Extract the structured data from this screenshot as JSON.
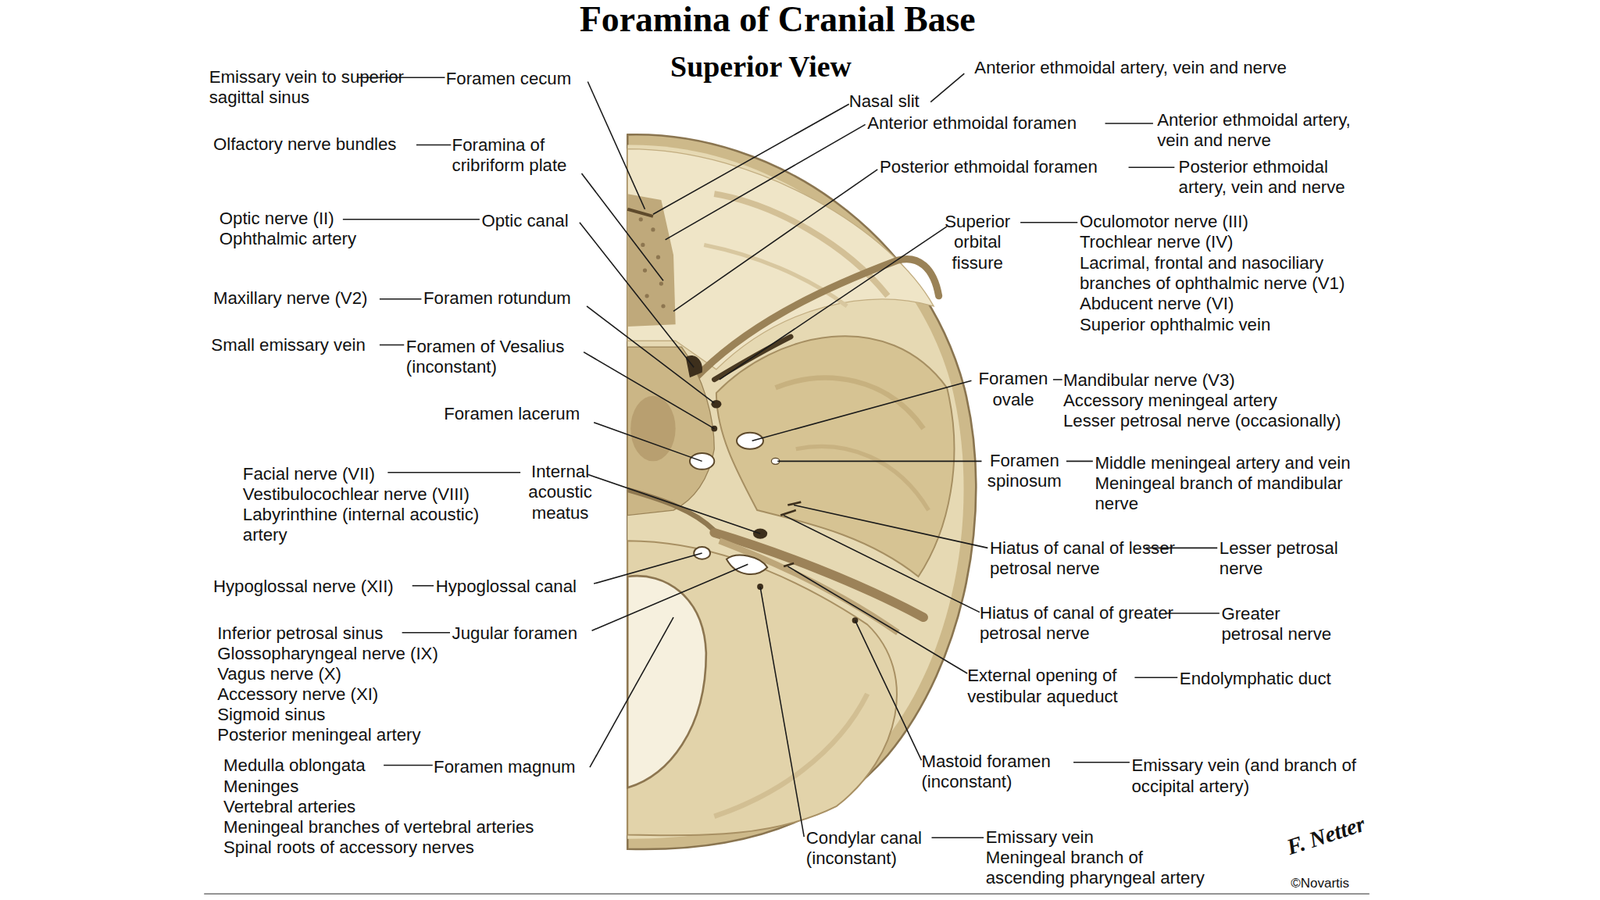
{
  "diagram": {
    "title": "Foramina of Cranial Base",
    "labels": [
      "Superior View",
      "Emissary vein to superior sagittal sinus",
      "Foramen cecum",
      "Anterior ethmoidal artery, vein and nerve",
      "Nasal slit",
      "Olfactory nerve bundles",
      "Foramina of cribriform plate",
      "Anterior ethmoidal foramen",
      "Anterior ethmoidal artery, vein and nerve",
      "Posterior ethmoidal foramen",
      "Posterior ethmoidal artery, vein and nerve",
      "Optic nerve (II)",
      "Ophthalmic artery",
      "Optic canal",
      "Superior orbital fissure",
      "Oculomotor nerve (III)",
      "Trochlear nerve (IV)",
      "Lacrimal, frontal and nasociliary branches of ophthalmic nerve (V1)",
      "Abducent nerve (VI)",
      "Superior ophthalmic vein",
      "Maxillary nerve (V2)",
      "Foramen rotundum",
      "Small emissary vein",
      "Foramen of Vesalius (inconstant)",
      "Foramen lacerum",
      "Foramen ovale",
      "Mandibular nerve (V3)",
      "Accessory meningeal artery",
      "Lesser petrosal nerve (occasionally)",
      "Foramen spinosum",
      "Middle meningeal artery and vein",
      "Meningeal branch of mandibular nerve",
      "Facial nerve (VII)",
      "Vestibulocochlear nerve (VIII)",
      "Labyrinthine (internal acoustic) artery",
      "Internal acoustic meatus",
      "Hiatus of canal of lesser petrosal nerve",
      "Lesser petrosal nerve",
      "Hypoglossal nerve (XII)",
      "Hypoglossal canal",
      "Hiatus of canal of greater petrosal nerve",
      "Greater petrosal nerve",
      "Inferior petrosal sinus",
      "Jugular foramen",
      "Glossopharyngeal nerve (IX)",
      "Vagus nerve (X)",
      "Accessory nerve (XI)",
      "Sigmoid sinus",
      "Posterior meningeal artery",
      "External opening of vestibular aqueduct",
      "Endolymphatic duct",
      "Mastoid foramen (inconstant)",
      "Emissary vein (and branch of occipital artery)",
      "Medulla oblongata",
      "Foramen magnum",
      "Meninges",
      "Vertebral arteries",
      "Meningeal branches of vertebral arteries",
      "Spinal roots of accessory nerves",
      "Condylar canal (inconstant)",
      "Emissary vein",
      "Meningeal branch of ascending pharyngeal artery",
      "F. Netter",
      "©Novartis"
    ]
  }
}
